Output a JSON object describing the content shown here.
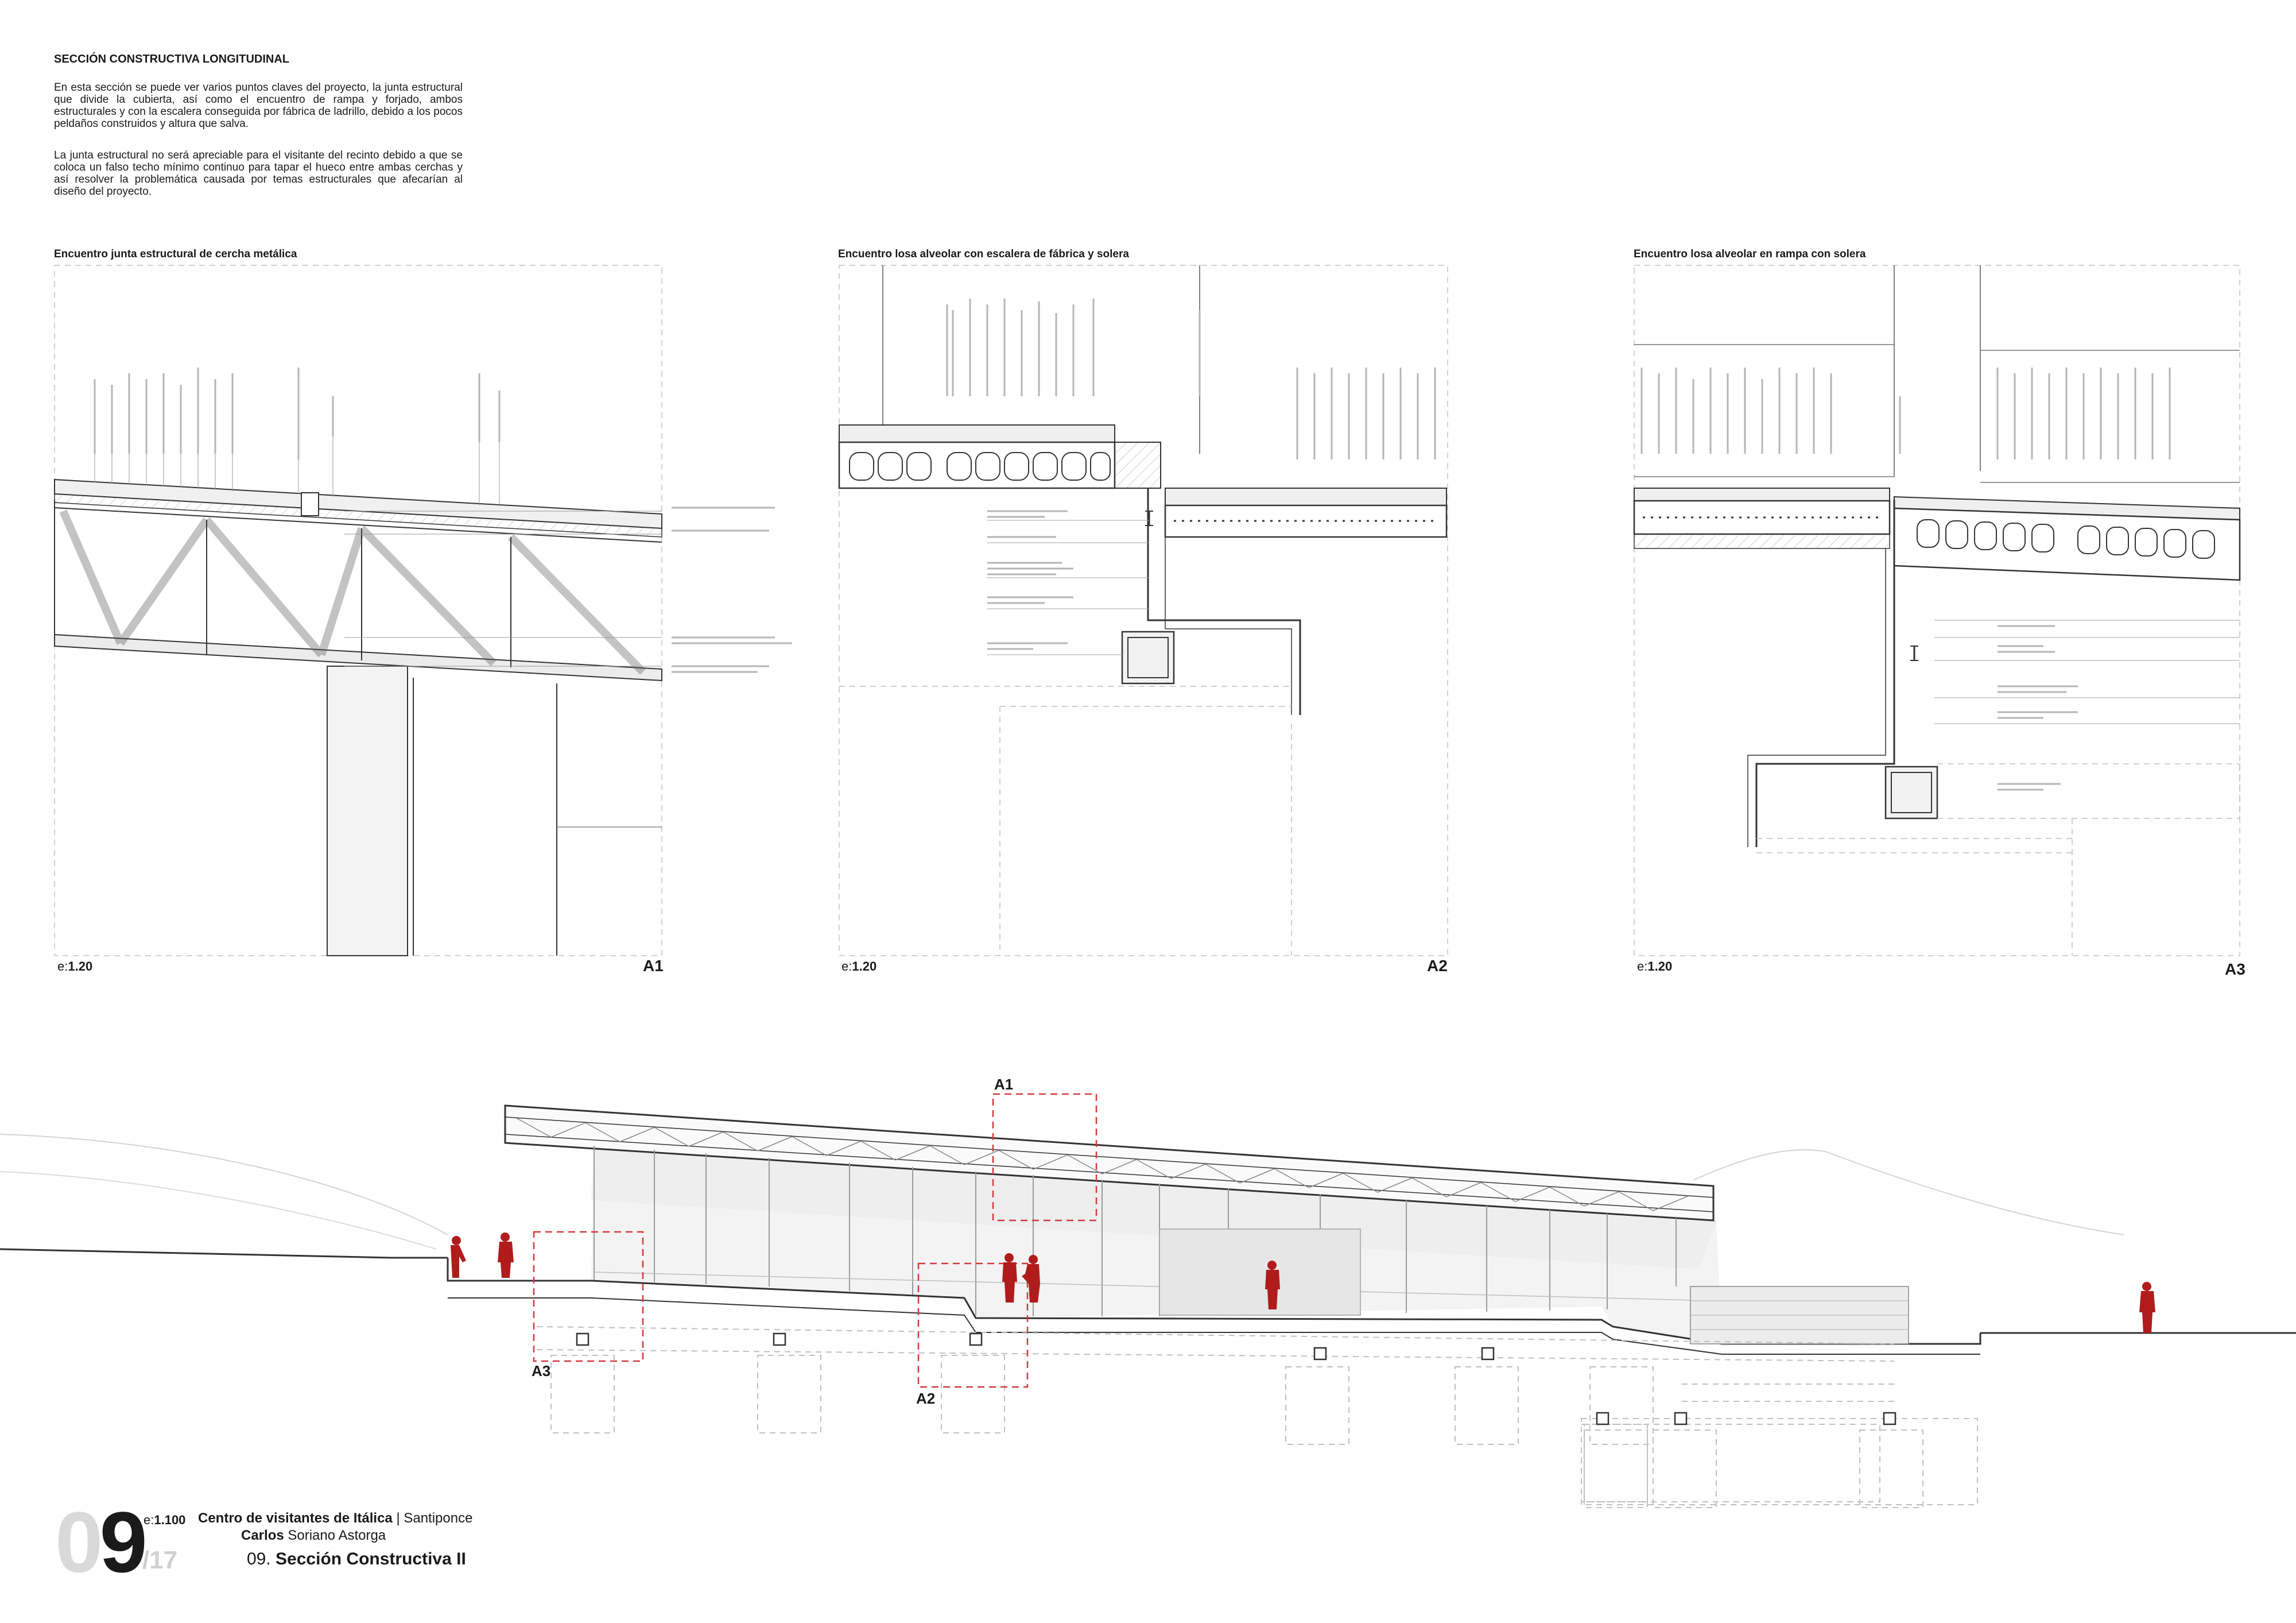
{
  "intro": {
    "title": "SECCIÓN CONSTRUCTIVA LONGITUDINAL",
    "p1": "En esta sección se puede ver varios puntos claves del proyecto, la junta estructural que divide la cubierta, así como el encuentro de rampa y forjado, ambos estructurales y con la escalera conseguida por fábrica de ladrillo, debido a los pocos peldaños construidos y altura que salva.",
    "p2": "La junta estructural no será apreciable para el visitante del recinto debido a que se coloca un falso techo mínimo continuo para tapar el hueco entre ambas cerchas y así resolver la problemática causada por temas estructurales que afecarían al diseño del proyecto."
  },
  "panels": [
    {
      "title": "Encuentro junta estructural de cercha metálica",
      "scale_prefix": "e:",
      "scale": "1.20",
      "code": "A1"
    },
    {
      "title": "Encuentro losa alveolar con escalera de fábrica y solera",
      "scale_prefix": "e:",
      "scale": "1.20",
      "code": "A2"
    },
    {
      "title": "Encuentro losa alveolar en rampa con solera",
      "scale_prefix": "e:",
      "scale": "1.20",
      "code": "A3"
    }
  ],
  "section_labels": {
    "a1": "A1",
    "a2": "A2",
    "a3": "A3"
  },
  "footer": {
    "page_num_a": "0",
    "page_num_b": "9",
    "page_total": "/17",
    "scale_prefix": "e:",
    "scale": "1.100",
    "project_bold": "Centro de visitantes de Itálica",
    "project_rest": " | Santiponce",
    "author_bold": "Carlos",
    "author_rest": " Soriano Astorga",
    "sheet_prefix": "09. ",
    "sheet_title": "Sección Constructiva II"
  },
  "colors": {
    "accent": "#b01c1c",
    "line": "#1a1a1a",
    "dash": "#bdbdbd",
    "ghost": "#d9d9d9"
  }
}
